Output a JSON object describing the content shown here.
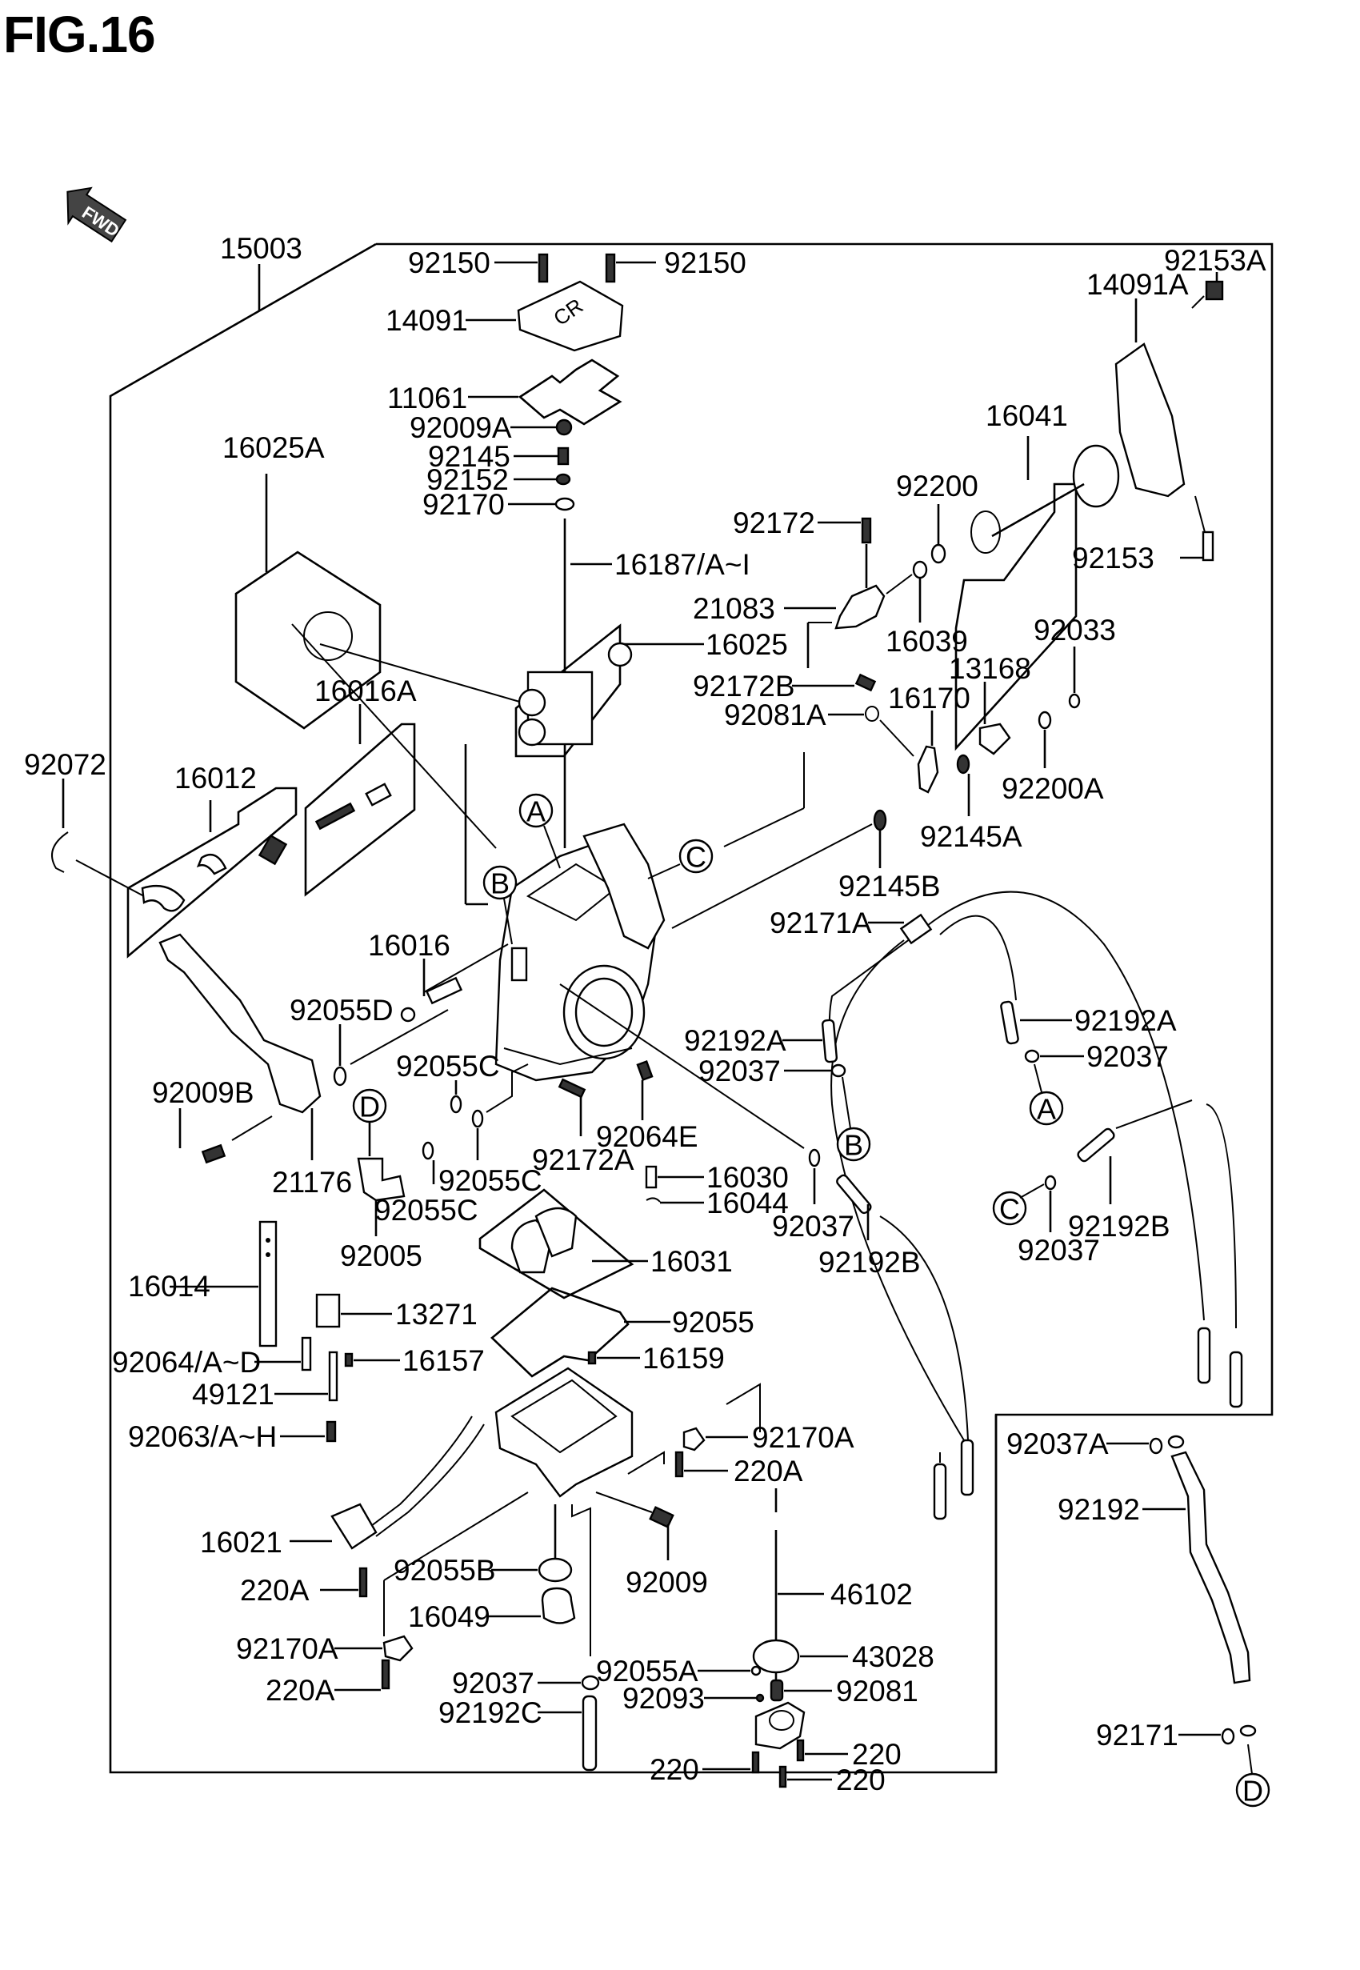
{
  "figure": {
    "title": "FIG.16",
    "direction_badge": "FWD"
  },
  "assembly_label": "15003",
  "parts": {
    "p92150_left": "92150",
    "p92150_right": "92150",
    "p92153A": "92153A",
    "p14091A": "14091A",
    "p14091": "14091",
    "p11061": "11061",
    "p92009A": "92009A",
    "p92145": "92145",
    "p92152": "92152",
    "p92170": "92170",
    "p16025A": "16025A",
    "p16041": "16041",
    "p92200": "92200",
    "p92172": "92172",
    "p92153": "92153",
    "p16187": "16187/A~I",
    "p21083": "21083",
    "p16039": "16039",
    "p16025": "16025",
    "p92033": "92033",
    "p92172B": "92172B",
    "p13168": "13168",
    "p16016A": "16016A",
    "p16170": "16170",
    "p92081A": "92081A",
    "p92072": "92072",
    "p16012": "16012",
    "p92200A": "92200A",
    "p92145A": "92145A",
    "p92145B": "92145B",
    "p92171A": "92171A",
    "p16016": "16016",
    "p92055D": "92055D",
    "p92192A_left": "92192A",
    "p92192A_right": "92192A",
    "p92037_a": "92037",
    "p92037_b": "92037",
    "p92055C_top": "92055C",
    "p92009B": "92009B",
    "p92064E": "92064E",
    "p21176": "21176",
    "p92172A": "92172A",
    "p16030": "16030",
    "p92055C_mid": "92055C",
    "p16044": "16044",
    "p92055C_low": "92055C",
    "p92037_c": "92037",
    "p92192B_right": "92192B",
    "p92037_d": "92037",
    "p92005": "92005",
    "p92192B_left": "92192B",
    "p16031": "16031",
    "p16014": "16014",
    "p13271": "13271",
    "p92055": "92055",
    "p92064AD": "92064/A~D",
    "p16157": "16157",
    "p16159": "16159",
    "p49121": "49121",
    "p92170A_top": "92170A",
    "p92063AH": "92063/A~H",
    "p92037A": "92037A",
    "p220A_right": "220A",
    "p16021": "16021",
    "p92192": "92192",
    "p92055B": "92055B",
    "p92009": "92009",
    "p220A_left_top": "220A",
    "p46102": "46102",
    "p16049": "16049",
    "p92170A_left": "92170A",
    "p43028": "43028",
    "p92055A": "92055A",
    "p220A_left_bottom": "220A",
    "p92037_e": "92037",
    "p92081": "92081",
    "p92093": "92093",
    "p92192C": "92192C",
    "p92171": "92171",
    "p220_a": "220",
    "p220_b": "220",
    "p220_c": "220"
  },
  "reference_markers": {
    "A_main": "A",
    "B_main": "B",
    "C_main": "C",
    "D_left": "D",
    "A_hose": "A",
    "B_hose": "B",
    "C_hose": "C",
    "D_hose": "D"
  }
}
